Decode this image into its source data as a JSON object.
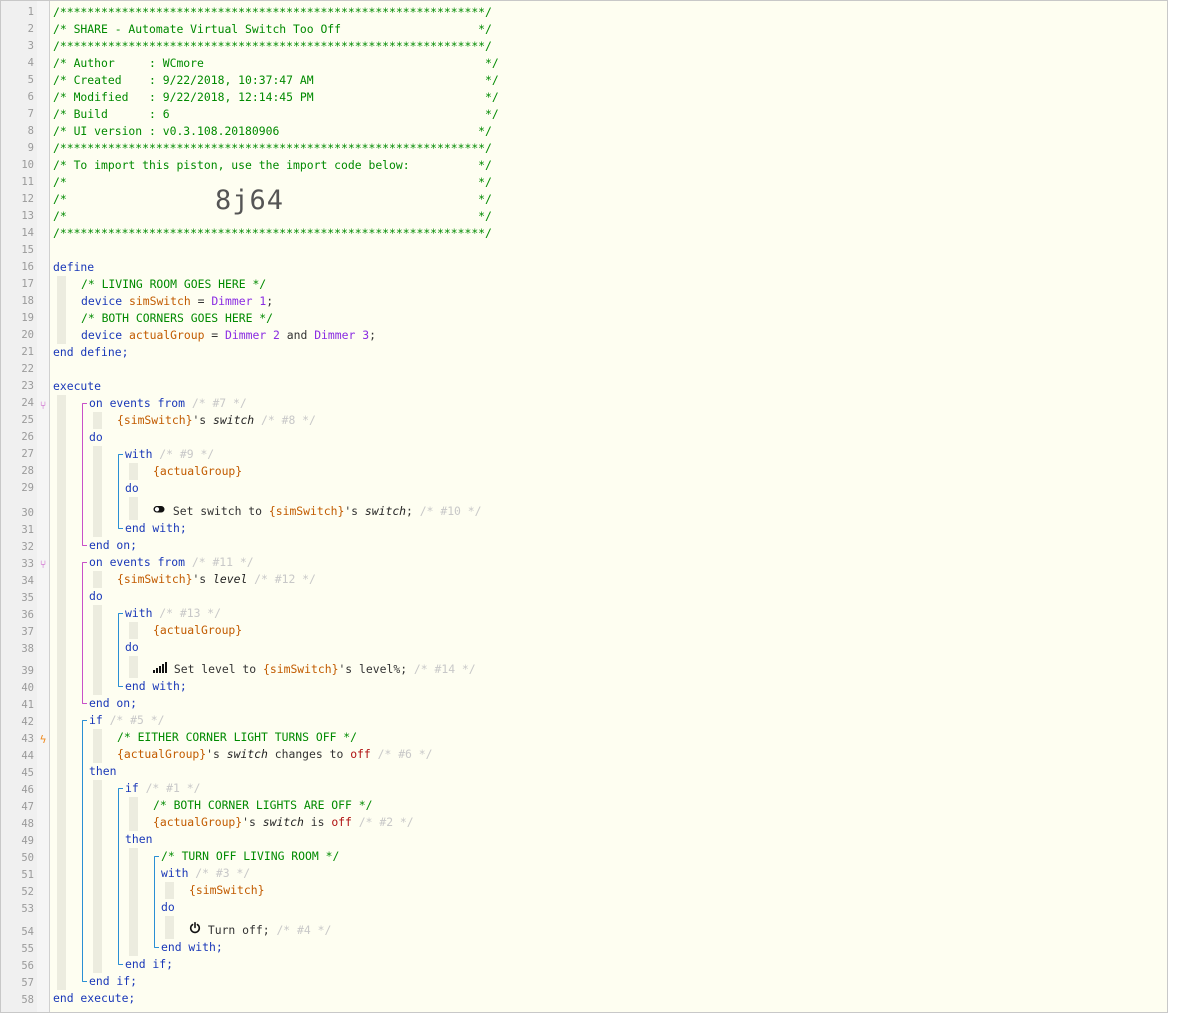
{
  "editor": {
    "line_numbers": [
      "1",
      "2",
      "3",
      "4",
      "5",
      "6",
      "7",
      "8",
      "9",
      "10",
      "11",
      "12",
      "13",
      "14",
      "15",
      "16",
      "17",
      "18",
      "19",
      "20",
      "21",
      "22",
      "23",
      "24",
      "25",
      "26",
      "27",
      "28",
      "29",
      "30",
      "31",
      "32",
      "33",
      "34",
      "35",
      "36",
      "37",
      "38",
      "39",
      "40",
      "41",
      "42",
      "43",
      "44",
      "45",
      "46",
      "47",
      "48",
      "49",
      "50",
      "51",
      "52",
      "53",
      "54",
      "55",
      "56",
      "57",
      "58"
    ],
    "header": {
      "stars": "/**************************************************************/",
      "title": "/* SHARE - Automate Virtual Switch Too Off                    */",
      "author": "/* Author     : WCmore                                         */",
      "created": "/* Created    : 9/22/2018, 10:37:47 AM                         */",
      "modified": "/* Modified   : 9/22/2018, 12:14:45 PM                         */",
      "build": "/* Build      : 6                                              */",
      "ui_version": "/* UI version : v0.3.108.20180906                             */",
      "import_line": "/* To import this piston, use the import code below:          */",
      "blank_comment": "/*                                                            */",
      "import_code": "8j64"
    },
    "colors": {
      "comment": "#008a00",
      "keyword": "#1a38b8",
      "variable": "#c25b00",
      "device": "#8a2be2",
      "value_off": "#b01212",
      "event_block": "#c850c8",
      "if_block": "#2a8fd4"
    },
    "code": {
      "define": "define",
      "cmt_living": "/* LIVING ROOM GOES HERE */",
      "device_kw": "device",
      "sim_switch": "simSwitch",
      "eq": " = ",
      "dimmer1": "Dimmer 1",
      "semi": ";",
      "cmt_both_corners": "/* BOTH CORNERS GOES HERE */",
      "actual_group": "actualGroup",
      "dimmer2": "Dimmer 2",
      "and": " and ",
      "dimmer3": "Dimmer 3",
      "end_define": "end define;",
      "execute": "execute",
      "on_events_from": "on events from",
      "id7": "/* #7 */",
      "sim_switch_ref": "{simSwitch}",
      "poss": "'s ",
      "switch_attr": "switch",
      "id8": "/* #8 */",
      "do": "do",
      "with": "with",
      "id9": "/* #9 */",
      "actual_group_ref": "{actualGroup}",
      "set_switch_to": "Set switch to ",
      "id10": "/* #10 */",
      "end_with": "end with;",
      "end_on": "end on;",
      "id11": "/* #11 */",
      "level_attr": "level",
      "id12": "/* #12 */",
      "id13": "/* #13 */",
      "set_level_to": "Set level to ",
      "level_pct": "level%",
      "id14": "/* #14 */",
      "if": "if",
      "id5": "/* #5 */",
      "cmt_either": "/* EITHER CORNER LIGHT TURNS OFF */",
      "changes_to": " changes to ",
      "off": "off",
      "id6": "/* #6 */",
      "then": "then",
      "id1": "/* #1 */",
      "cmt_both_off": "/* BOTH CORNER LIGHTS ARE OFF */",
      "is": " is ",
      "id2": "/* #2 */",
      "cmt_turn_off": "/* TURN OFF LIVING ROOM */",
      "id3": "/* #3 */",
      "turn_off": "Turn off;",
      "id4": "/* #4 */",
      "end_if": "end if;",
      "end_execute": "end execute;"
    },
    "icons": {
      "trigger_marker": "trigger-branch-icon",
      "condition_marker": "lightning-icon",
      "switch_task": "toggle-switch-icon",
      "level_task": "signal-level-icon",
      "power_task": "power-icon"
    }
  }
}
